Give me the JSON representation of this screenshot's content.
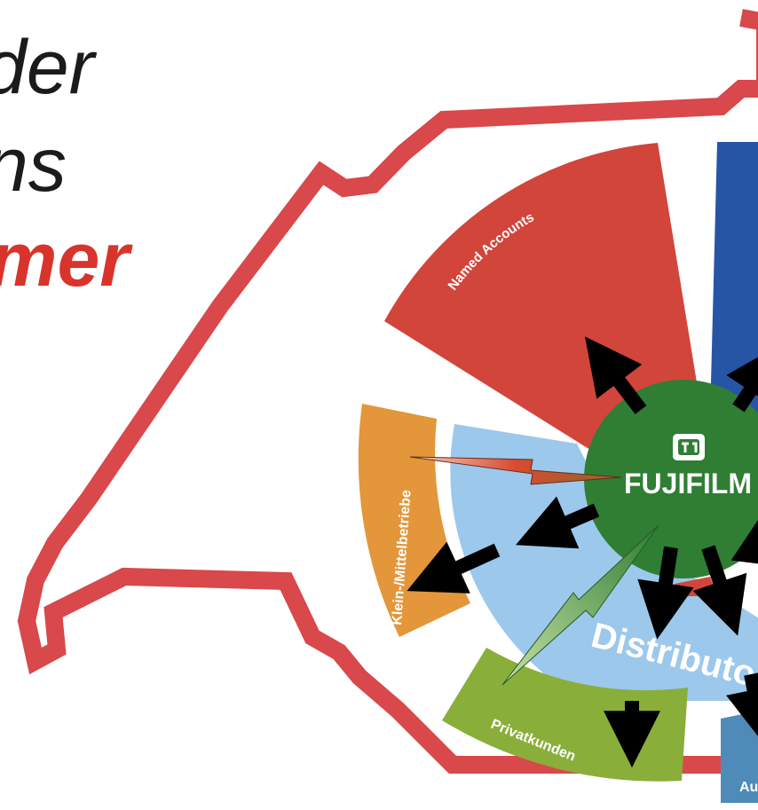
{
  "headline": {
    "line1": "der",
    "line2": "ns",
    "line3": "mer"
  },
  "logo": {
    "mark": "fuji",
    "wordmark": "FUJIFILM"
  },
  "segments": {
    "named_accounts": "Named Accounts",
    "klein_mittelbetriebe": "Klein-/Mittelbetriebe",
    "distributor": "Distributo",
    "privatkunden": "Privatkunden",
    "partial_corner": "Au"
  },
  "colors": {
    "outline_red": "#d9484a",
    "named_accounts_red": "#d2453b",
    "blue_segment": "#2755a6",
    "orange_segment": "#e3963a",
    "light_blue": "#9cc8ec",
    "green_center": "#2f7e34",
    "olive_green": "#8aae3a",
    "steel_blue": "#4f8bb9",
    "headline_dark": "#1b1b1b",
    "headline_red": "#d9342b"
  }
}
